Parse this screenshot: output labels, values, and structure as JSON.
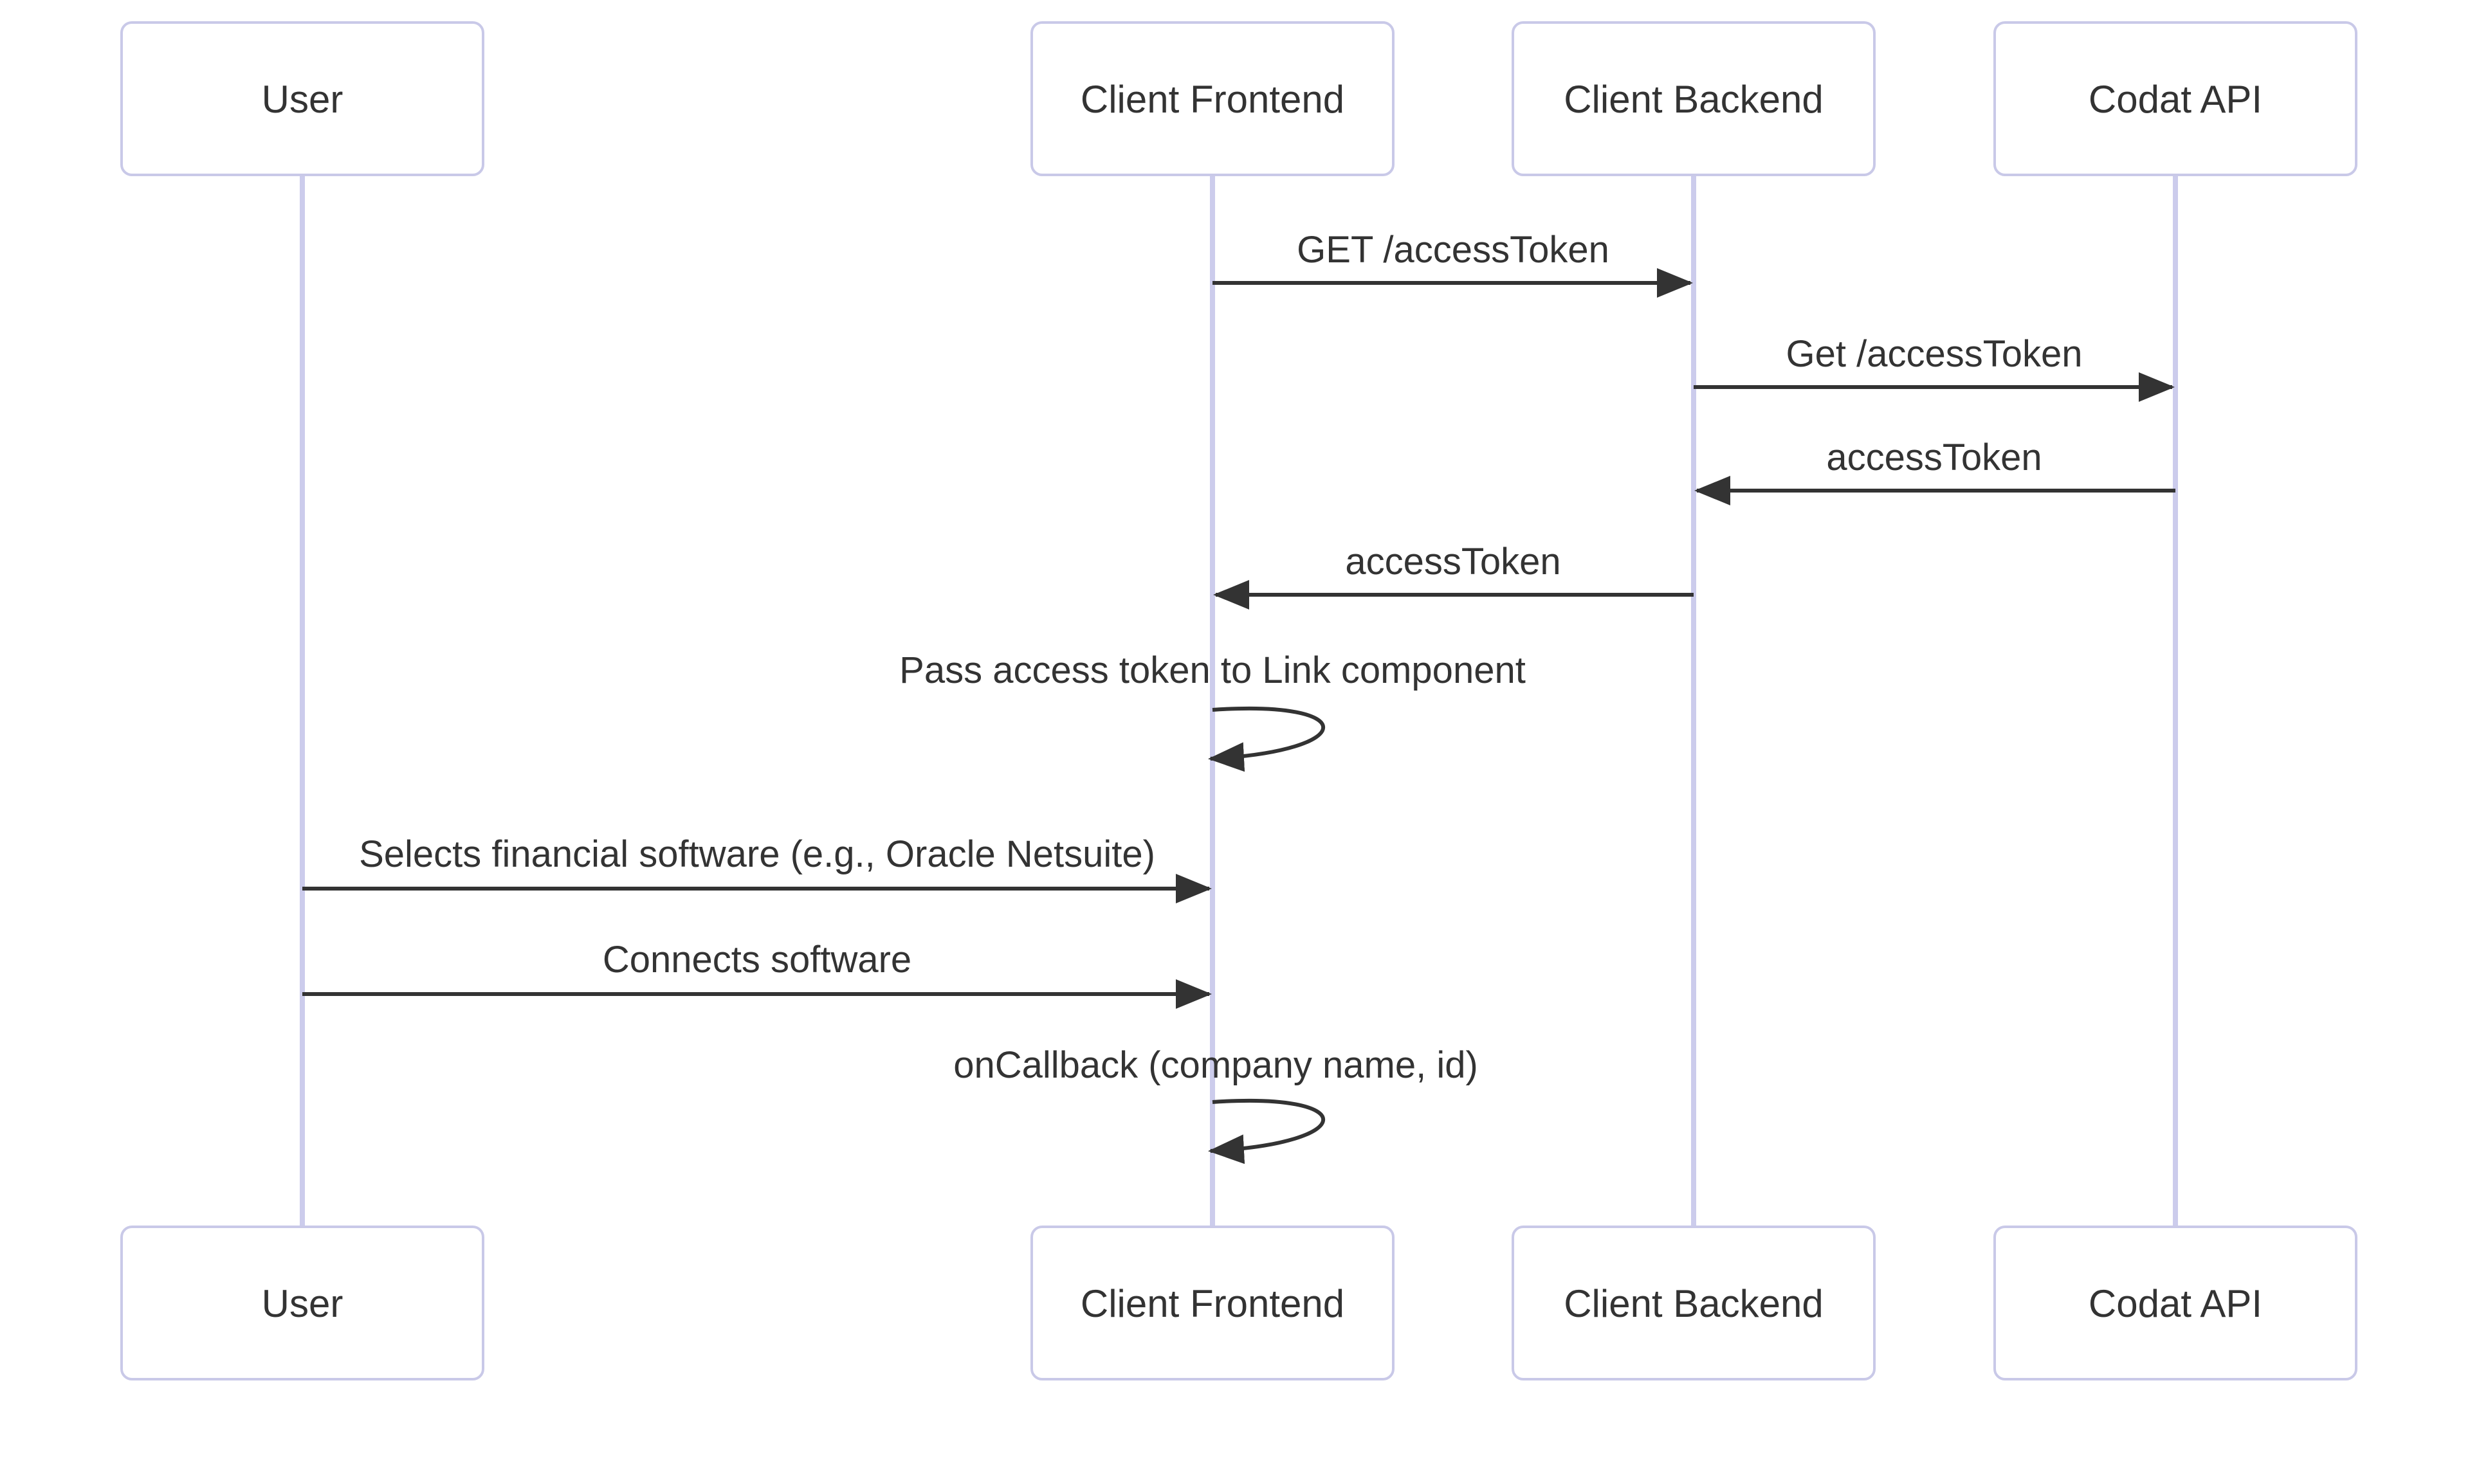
{
  "diagram": {
    "type": "sequence-diagram",
    "actors": [
      {
        "id": "user",
        "label": "User"
      },
      {
        "id": "client-frontend",
        "label": "Client Frontend"
      },
      {
        "id": "client-backend",
        "label": "Client Backend"
      },
      {
        "id": "codat-api",
        "label": "Codat API"
      }
    ],
    "messages": [
      {
        "from": "client-frontend",
        "to": "client-backend",
        "kind": "solid-arrow",
        "text": "GET /accessToken"
      },
      {
        "from": "client-backend",
        "to": "codat-api",
        "kind": "solid-arrow",
        "text": "Get /accessToken"
      },
      {
        "from": "codat-api",
        "to": "client-backend",
        "kind": "solid-arrow",
        "text": "accessToken"
      },
      {
        "from": "client-backend",
        "to": "client-frontend",
        "kind": "solid-arrow",
        "text": "accessToken"
      },
      {
        "from": "client-frontend",
        "to": "client-frontend",
        "kind": "self-loop",
        "text": "Pass access token to Link component"
      },
      {
        "from": "user",
        "to": "client-frontend",
        "kind": "solid-arrow",
        "text": "Selects financial software (e.g., Oracle Netsuite)"
      },
      {
        "from": "user",
        "to": "client-frontend",
        "kind": "solid-arrow",
        "text": "Connects software"
      },
      {
        "from": "client-frontend",
        "to": "client-frontend",
        "kind": "self-loop",
        "text": "onCallback (company name, id)"
      }
    ],
    "colors": {
      "background": "#ffffff",
      "actor_fill": "#ffffff",
      "actor_border": "#c9c9e8",
      "lifeline": "#ccccec",
      "message_line": "#333333",
      "text": "#333333"
    }
  }
}
